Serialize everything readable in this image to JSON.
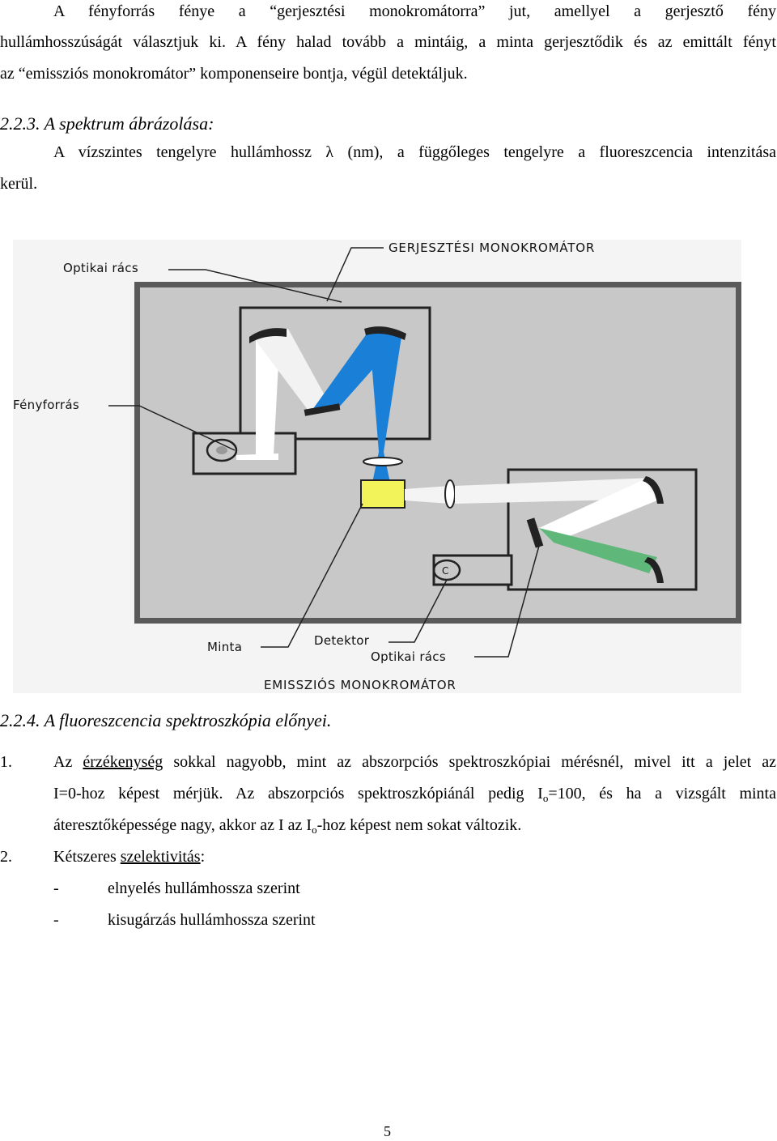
{
  "paragraph1": {
    "line1": "A fényforrás fénye a “gerjesztési monokromátorra” jut, amellyel a gerjesztő fény",
    "line2": "hullámhosszúságát választjuk ki. A fény halad tovább a mintáig, a minta gerjesztődik és az emittált fényt",
    "line3": "az “emissziós monokromátor” komponenseire bontja, végül detektáljuk."
  },
  "section_223": {
    "heading": "2.2.3. A spektrum ábrázolása:",
    "line1": "A vízszintes tengelyre hullámhossz λ (nm), a függőleges tengelyre a fluoreszcencia intenzitása",
    "line2": "kerül."
  },
  "diagram": {
    "labels": {
      "excitation_mono": "GERJESZTÉSI MONOKROMÁTOR",
      "grating_top": "Optikai rács",
      "light_source": "Fényforrás",
      "sample": "Minta",
      "detector": "Detektor",
      "grating_bottom": "Optikai rács",
      "emission_mono": "EMISSZIÓS MONOKROMÁTOR",
      "detector_symbol": "C"
    },
    "colors": {
      "housing": "#c8c8c8",
      "housing_border": "#5a5a5a",
      "excitation_beam": "#1a7fd6",
      "emission_beam": "#5fb87a",
      "sample": "#f2f25a",
      "white_beam": "#ffffff",
      "grating": "#222222"
    }
  },
  "section_224": {
    "heading": "2.2.4. A fluoreszcencia spektroszkópia előnyei.",
    "item1_num": "1.",
    "item1_pre": "Az",
    "item1_u": "érzékenység",
    "item1_post": "sokkal nagyobb, mint az abszorpciós spektroszkópiai mérésnél, mivel itt a jelet az",
    "item1_l2a": "I=0-hoz képest mérjük. Az abszorpciós spektroszkópiánál pedig I",
    "item1_l2sub": "o",
    "item1_l2b": "=100, és ha a vizsgált minta",
    "item1_l3a": "áteresztőképessége nagy, akkor az I az I",
    "item1_l3sub": "o",
    "item1_l3b": "-hoz képest nem sokat változik.",
    "item2_num": "2.",
    "item2_pre": "Kétszeres",
    "item2_u": "szelektivitás",
    "item2_post": ":",
    "bullet1_dash": "-",
    "bullet1": "elnyelés hullámhossza szerint",
    "bullet2_dash": "-",
    "bullet2": "kisugárzás hullámhossza szerint"
  },
  "page_number": "5"
}
